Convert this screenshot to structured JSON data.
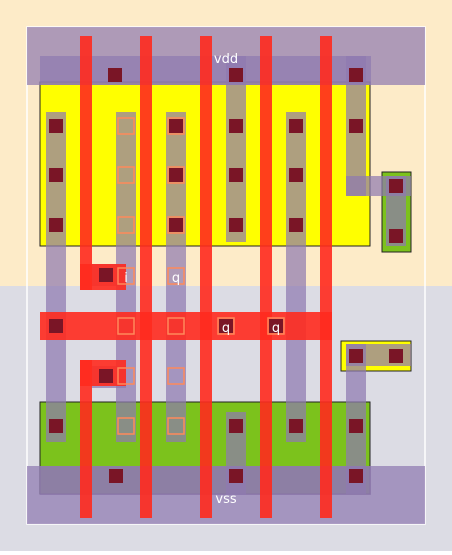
{
  "layout": {
    "net_labels": {
      "vdd": "vdd",
      "vss": "vss",
      "input_i": "i",
      "output_q_1": "q",
      "output_q_2": "q",
      "output_q_3": "q"
    }
  },
  "colors": {
    "nwell": "#fdebc8",
    "pwell": "#dcdce4",
    "pdiff": "#ffff00",
    "ndiff": "#7cc21c",
    "poly": "#ff2a1e",
    "metal1": "#8f7ab0",
    "contact": "#7a1526",
    "via": "#ff8a5a"
  }
}
